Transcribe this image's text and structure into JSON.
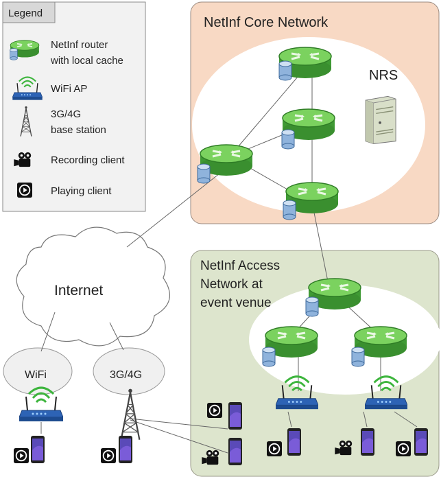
{
  "legend": {
    "title": "Legend",
    "items": [
      {
        "icon": "router-with-cache-icon",
        "line1": "NetInf router",
        "line2": "with local cache"
      },
      {
        "icon": "wifi-ap-icon",
        "line1": "WiFi AP",
        "line2": ""
      },
      {
        "icon": "base-station-icon",
        "line1": "3G/4G",
        "line2": "base station"
      },
      {
        "icon": "recording-client-icon",
        "line1": "Recording client",
        "line2": ""
      },
      {
        "icon": "playing-client-icon",
        "line1": "Playing client",
        "line2": ""
      }
    ]
  },
  "core": {
    "title": "NetInf Core Network",
    "nrs_label": "NRS"
  },
  "access": {
    "line1": "NetInf Access",
    "line2": "Network at",
    "line3": "event venue"
  },
  "internet": {
    "label": "Internet"
  },
  "wifi": {
    "label": "WiFi"
  },
  "cellular": {
    "label": "3G/4G"
  },
  "colors": {
    "core_bg": "#f8d9c4",
    "access_bg": "#dde5cd",
    "router_green": "#5ec04a",
    "cache_blue": "#a9c6e6",
    "ap_blue": "#2d63b5",
    "line": "#666666"
  }
}
